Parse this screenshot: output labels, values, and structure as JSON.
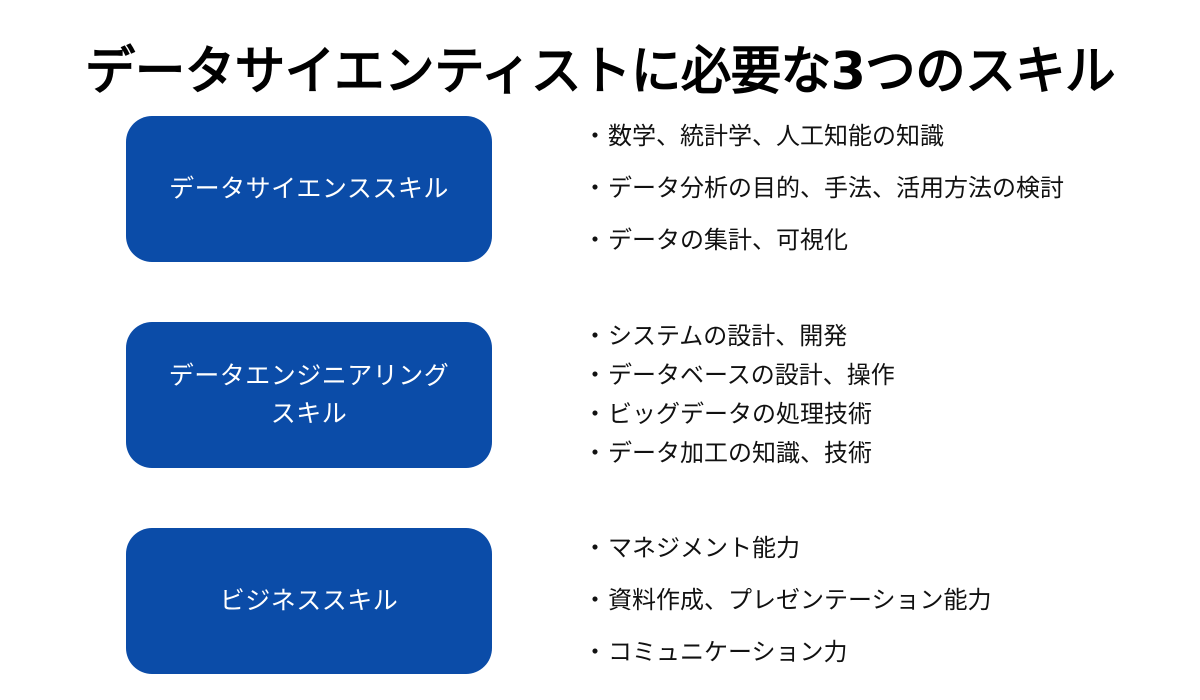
{
  "slide": {
    "title": "データサイエンティストに必要な3つのスキル",
    "background_color": "#ffffff",
    "accent_color": "#0b4ca8",
    "title_color": "#000000",
    "bullet_text_color": "#111111",
    "box_label_color": "#ffffff",
    "bullet_marker": "・"
  },
  "skills": [
    {
      "label": "データサイエンススキル",
      "bullets": [
        "数学、統計学、人工知能の知識",
        "データ分析の目的、手法、活用方法の検討",
        "データの集計、可視化"
      ]
    },
    {
      "label": "データエンジニアリングスキル",
      "bullets": [
        "システムの設計、開発",
        "データベースの設計、操作",
        "ビッグデータの処理技術",
        "データ加工の知識、技術"
      ]
    },
    {
      "label": "ビジネススキル",
      "bullets": [
        "マネジメント能力",
        "資料作成、プレゼンテーション能力",
        "コミュニケーション力"
      ]
    }
  ]
}
